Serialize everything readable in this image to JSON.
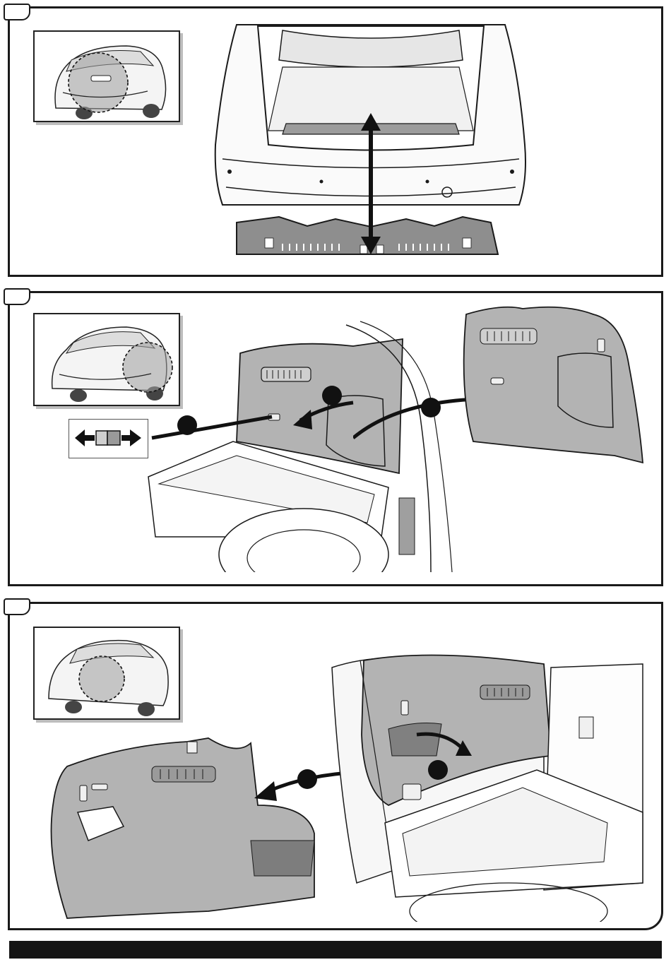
{
  "document": {
    "steps": [
      {
        "number": "",
        "callouts": []
      },
      {
        "number": "",
        "callouts": [
          "",
          "",
          ""
        ]
      },
      {
        "number": "",
        "callouts": [
          "",
          ""
        ]
      }
    ]
  },
  "colors": {
    "line": "#1a1a1a",
    "panel_fill": "#b9b9b9",
    "light_fill": "#e9e9e9",
    "arrow": "#111111",
    "footer": "#141414"
  },
  "icons": {
    "step1": [
      "vehicle-rear-thumbnail",
      "bumper-cover-drawing",
      "removal-arrow"
    ],
    "step2": [
      "vehicle-rear-thumbnail",
      "trunk-side-panel-drawing",
      "release-clip-icon",
      "callout-circle",
      "removal-arrow"
    ],
    "step3": [
      "vehicle-rear-thumbnail",
      "trunk-side-panel-drawing",
      "callout-circle",
      "removal-arrow"
    ]
  }
}
